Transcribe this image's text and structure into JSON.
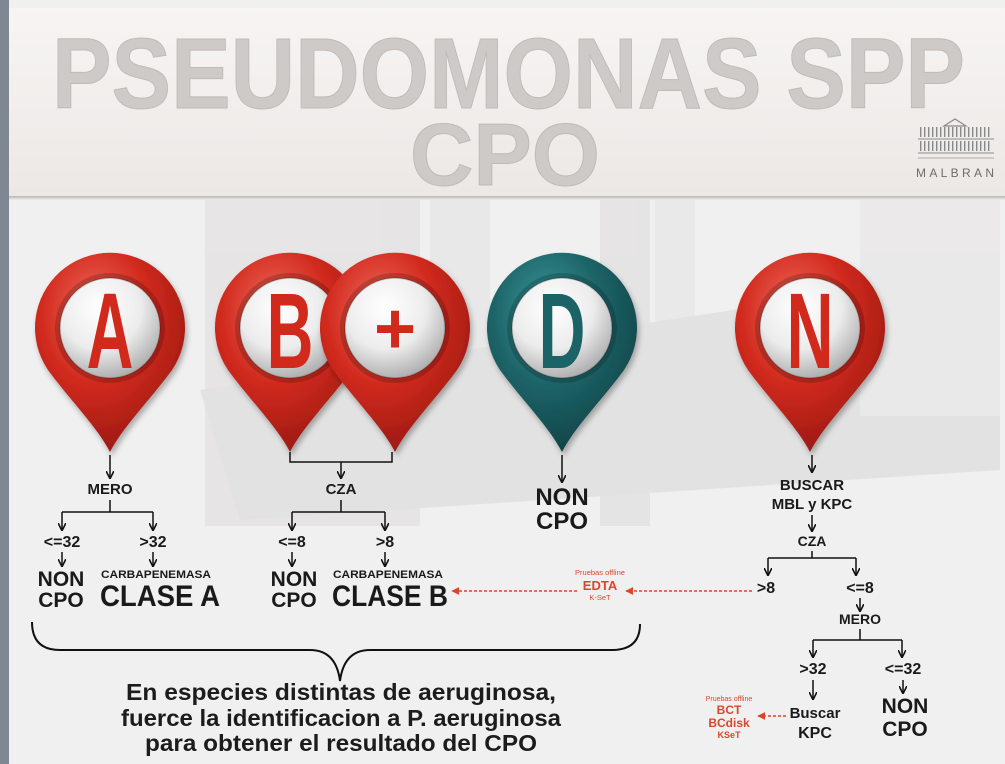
{
  "header": {
    "title_line1": "PSEUDOMONAS SPP",
    "title_line2": "CPO"
  },
  "logo": {
    "text": "MALBRAN",
    "icon": "building-icon"
  },
  "colors": {
    "pin_red": "#d12a1e",
    "pin_teal": "#1d6468",
    "offline_red": "#d9472b",
    "text": "#1a1a1a",
    "title_gray": "#cdcac8"
  },
  "pins": {
    "a": "A",
    "b": "B",
    "plus": "+",
    "d": "D",
    "n": "N"
  },
  "branch_a": {
    "test": "MERO",
    "left_cond": "<=32",
    "right_cond": ">32",
    "left_result_1": "NON",
    "left_result_2": "CPO",
    "right_result_small": "CARBAPENEMASA",
    "right_result": "CLASE A"
  },
  "branch_b": {
    "test": "CZA",
    "left_cond": "<=8",
    "right_cond": ">8",
    "left_result_1": "NON",
    "left_result_2": "CPO",
    "right_result_small": "CARBAPENEMASA",
    "right_result": "CLASE B"
  },
  "branch_d": {
    "result_1": "NON",
    "result_2": "CPO"
  },
  "branch_n": {
    "step_1": "BUSCAR",
    "step_2": "MBL y KPC",
    "test_1": "CZA",
    "left_cond_1": ">8",
    "right_cond_1": "<=8",
    "test_2": "MERO",
    "left_cond_2": ">32",
    "right_cond_2": "<=32",
    "left_result_1": "Buscar",
    "left_result_2": "KPC",
    "right_result_1": "NON",
    "right_result_2": "CPO"
  },
  "offline_tests_1": {
    "label": "Pruebas offline",
    "main": "EDTA",
    "sub": "K-SeT"
  },
  "offline_tests_2": {
    "label": "Pruebas offline",
    "items": [
      "BCT",
      "BCdisk",
      "KSeT"
    ]
  },
  "note": {
    "lines": [
      "En especies distintas de aeruginosa,",
      "fuerce la identificacion a P. aeruginosa",
      "para obtener el resultado del CPO"
    ]
  }
}
